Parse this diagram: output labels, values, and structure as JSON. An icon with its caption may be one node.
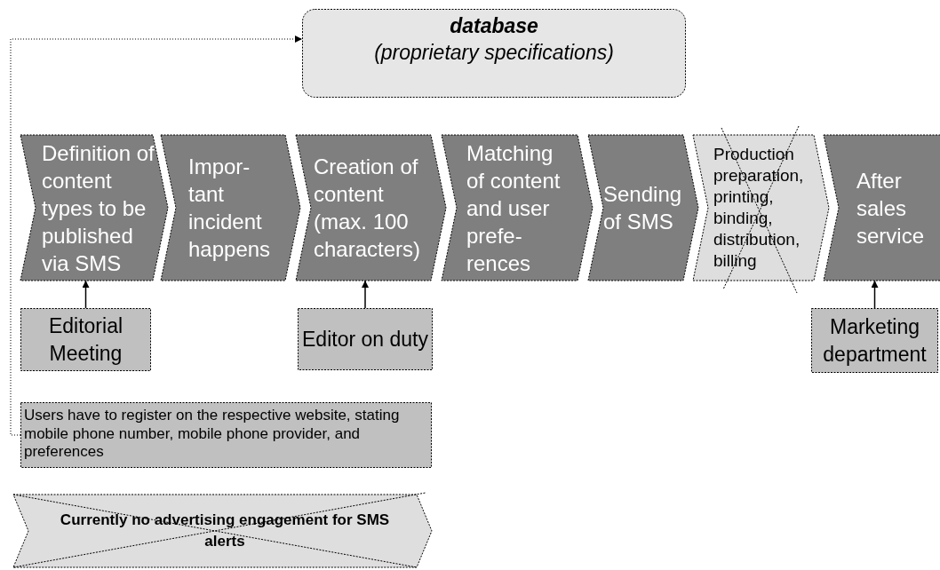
{
  "diagram": {
    "nodes": [
      {
        "text": [
          "database",
          "(proprietary specifications)"
        ]
      },
      {
        "text": [
          "Definition of content types to be published via SMS"
        ]
      },
      {
        "text": [
          "Impor- tant incident happens"
        ]
      },
      {
        "text": [
          "Creation of content (max. 100 characters)"
        ]
      },
      {
        "text": [
          "Matching of content and user prefe- rences"
        ]
      },
      {
        "text": [
          "Sending of SMS"
        ]
      },
      {
        "text": [
          "Production preparation, printing, binding, distribution, billing"
        ]
      },
      {
        "text": [
          "After sales service"
        ]
      },
      {
        "text": [
          "Editorial Meeting"
        ]
      },
      {
        "text": [
          "Editor on duty"
        ]
      },
      {
        "text": [
          "Marketing department"
        ]
      },
      {
        "text": [
          "Users have to register on the respective website, stating mobile phone number, mobile phone provider, and preferences"
        ]
      },
      {
        "text": [
          "Currently no advertising engagement for SMS alerts"
        ]
      }
    ],
    "edges": [
      {
        "from": 8,
        "to": 1,
        "arrow": "to"
      },
      {
        "from": 9,
        "to": 3,
        "arrow": "to"
      },
      {
        "from": 10,
        "to": 7,
        "arrow": "to"
      },
      {
        "from": 11,
        "to": 0,
        "arrow": "to",
        "style": "dashed"
      }
    ]
  }
}
